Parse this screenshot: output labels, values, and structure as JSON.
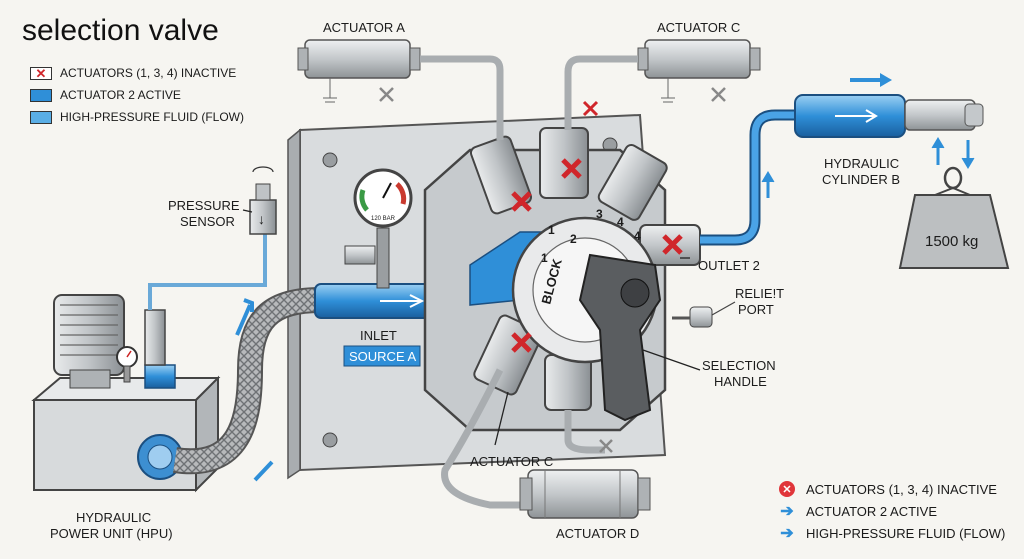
{
  "title": "selection valve",
  "legend_top": [
    {
      "marker": "red-x",
      "text": "ACTUATORS (1, 3, 4) INACTIVE"
    },
    {
      "marker": "blue-fill",
      "text": "ACTUATOR 2 ACTIVE"
    },
    {
      "marker": "light-blue-fill",
      "text": "HIGH-PRESSURE FLUID (FLOW)"
    }
  ],
  "legend_bottom": [
    {
      "marker": "red-circle-x",
      "text": "ACTUATORS (1, 3, 4) INACTIVE"
    },
    {
      "marker": "blue-arrow",
      "text": "ACTUATOR 2 ACTIVE"
    },
    {
      "marker": "blue-arrow",
      "text": "HIGH-PRESSURE FLUID (FLOW)"
    }
  ],
  "labels": {
    "actuator_a": "ACTUATOR A",
    "actuator_c_top": "ACTUATOR C",
    "pressure_sensor_1": "PRESSURE",
    "pressure_sensor_2": "SENSOR",
    "hyd_cyl_1": "HYDRAULIC",
    "hyd_cyl_2": "CYLINDER B",
    "weight": "1500 kg",
    "outlet_2": "OUTLET 2",
    "relief_1": "RELIE!T",
    "relief_2": "PORT",
    "inlet": "INLET",
    "source_a": "SOURCE A",
    "selection_1": "SELECTION",
    "selection_2": "HANDLE",
    "actuator_c_bottom": "ACTUATOR C",
    "actuator_d": "ACTUATOR D",
    "hpu_1": "HYDRAULIC",
    "hpu_2": "POWER UNIT (HPU)",
    "gauge_text": "120 BAR",
    "block_text": "BLOCK",
    "dial_numbers": [
      "1",
      "2",
      "3",
      "4",
      "4",
      "1"
    ]
  },
  "colors": {
    "active_blue": "#2f8fd8",
    "flow_blue": "#5aaee6",
    "inactive_red": "#d0262b",
    "metal": "#c9ccce"
  }
}
